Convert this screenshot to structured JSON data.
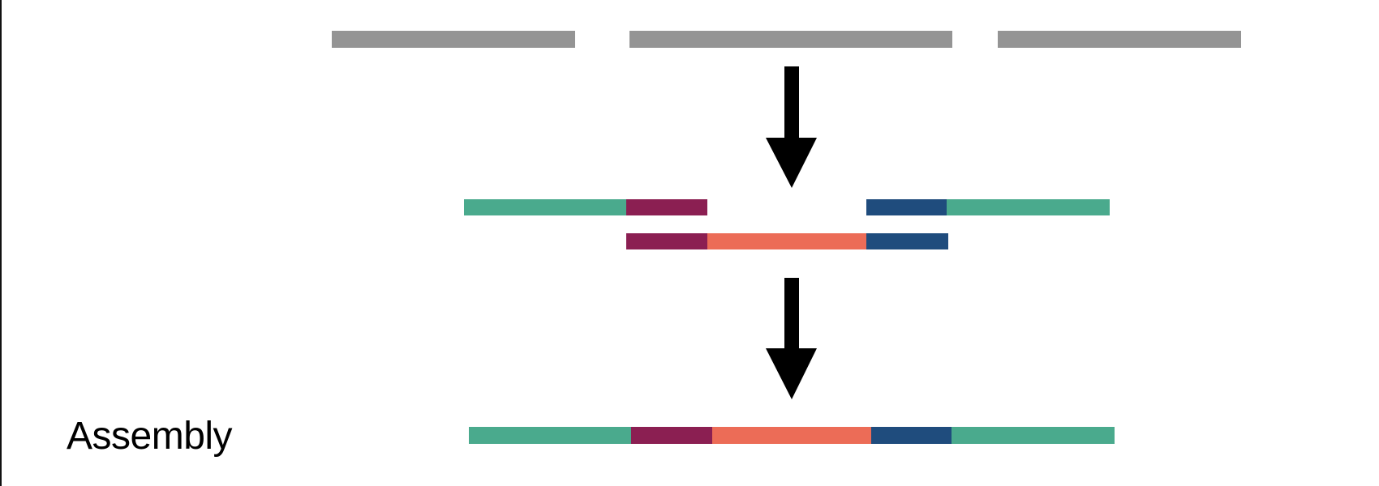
{
  "labels": {
    "assembly": "Assembly"
  },
  "colors": {
    "read": "#949494",
    "flank": "#4aaa8d",
    "left_overlap": "#8b1f52",
    "middle": "#ec6c57",
    "right_overlap": "#1f4c7d",
    "arrow": "#000000",
    "border": "#111111"
  },
  "diagram": {
    "stages": [
      "reads",
      "overlapping-fragments",
      "assembled-contig"
    ],
    "read_count": 3,
    "fragment_rows": [
      [
        "flank",
        "left_overlap",
        "gap",
        "right_overlap",
        "flank"
      ],
      [
        "left_overlap",
        "middle",
        "right_overlap"
      ]
    ],
    "assembly_segments": [
      "flank",
      "left_overlap",
      "middle",
      "right_overlap",
      "flank"
    ]
  }
}
